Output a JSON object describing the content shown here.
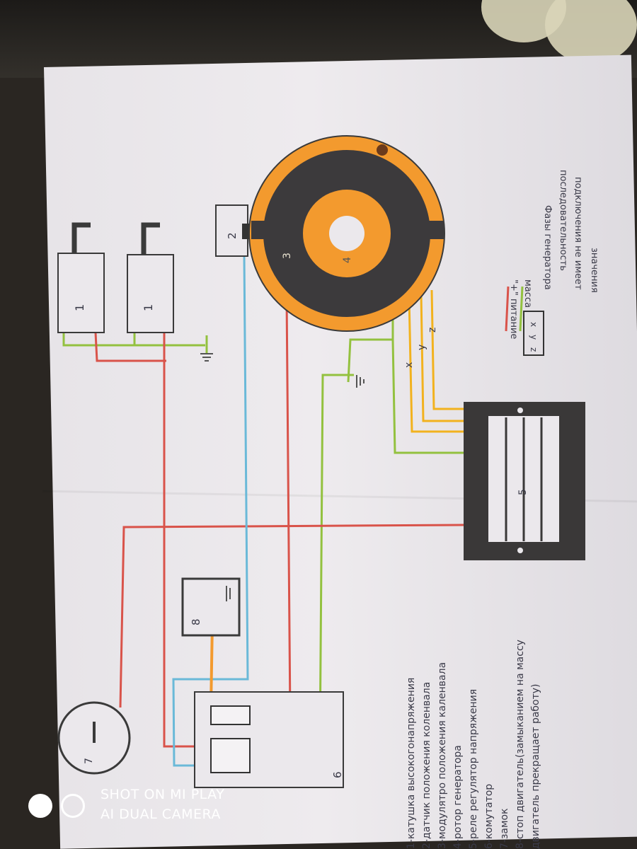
{
  "components": {
    "c1a": "1",
    "c1b": "1",
    "c2": "2",
    "c3": "3",
    "c4": "4",
    "c5": "5",
    "c6": "6",
    "c7": "7",
    "c8": "8"
  },
  "phase_labels": {
    "x": "x",
    "y": "y",
    "z": "z"
  },
  "legend": {
    "power": "\"+\" питание",
    "ground": "масса",
    "phases_title": "Фазы генератора",
    "phases_line2": "последовательность",
    "phases_line3": "подключения не имеет",
    "phases_line4": "значения",
    "x": "x",
    "y": "y",
    "z": "z"
  },
  "parts_list": [
    "1-катушка высокогонапряжения",
    "2-датчик положения коленвала",
    "3-модулятро положения каленвала",
    "4-ротор генератора",
    "5-реле регулятор напряжения",
    "6-комутатор",
    "7-замок",
    "8-стоп двигатель(замыканием на массу",
    "двигатель прекращает работу)"
  ],
  "watermark": {
    "line1": "SHOT ON MI PLAY",
    "line2": "AI DUAL CAMERA"
  },
  "colors": {
    "power": "#d9534a",
    "ground": "#93c13f",
    "phase": "#f2b21e",
    "signal": "#6ab9d8",
    "orange": "#f39a2e",
    "dark": "#3c3a3c"
  }
}
